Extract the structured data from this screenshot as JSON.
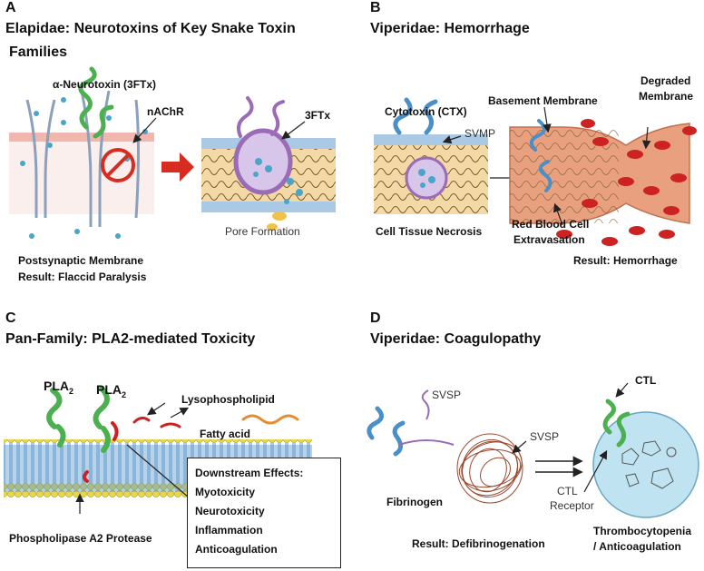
{
  "panels": {
    "a": {
      "letter": "A",
      "title_line1": "Elapidae: Neurotoxins of Key Snake Toxin",
      "title_line2": "Families",
      "label_neurotoxin": "α-Neurotoxin (3FTx)",
      "label_nachr": "nAChR",
      "label_3ftx": "3FTx",
      "label_pore": "Pore Formation",
      "label_membrane": "Postsynaptic Membrane",
      "label_result": "Result: Flaccid Paralysis"
    },
    "b": {
      "letter": "B",
      "title": "Viperidae: Hemorrhage",
      "label_ctx": "Cytotoxin (CTX)",
      "label_svmp": "SVMP",
      "label_basement": "Basement Membrane",
      "label_degraded_line1": "Degraded",
      "label_degraded_line2": "Membrane",
      "label_necrosis": "Cell Tissue Necrosis",
      "label_rbc_line1": "Red Blood Cell",
      "label_rbc_line2": "Extravasation",
      "label_result": "Result: Hemorrhage"
    },
    "c": {
      "letter": "C",
      "title": "Pan-Family: PLA2-mediated Toxicity",
      "label_pla2_a": "PLA",
      "label_pla2_b": "PLA",
      "pla2_subscript": "2",
      "label_lyso": "Lysophospholipid",
      "label_fatty": "Fatty acid",
      "label_protease": "Phospholipase A2 Protease",
      "effects_title": "Downstream Effects:",
      "effects": [
        "Myotoxicity",
        "Neurotoxicity",
        "Inflammation",
        "Anticoagulation"
      ]
    },
    "d": {
      "letter": "D",
      "title": "Viperidae: Coagulopathy",
      "label_svsp_a": "SVSP",
      "label_svsp_b": "SVSP",
      "label_fibrinogen": "Fibrinogen",
      "label_ctl": "CTL",
      "label_ctl_receptor_line1": "CTL",
      "label_ctl_receptor_line2": "Receptor",
      "label_result": "Result: Defibrinogenation",
      "label_thrombo_line1": "Thrombocytopenia",
      "label_thrombo_line2": "/ Anticoagulation"
    }
  },
  "colors": {
    "membrane_fill": "#f3d9a6",
    "membrane_edge": "#a9c9e4",
    "protein_green": "#4caf50",
    "protein_purple": "#9b6bb6",
    "protein_blue": "#4a8fc8",
    "red_arrow": "#d62d20",
    "blood_cell": "#cc2222",
    "vessel": "#e9a07f",
    "bilayer_head": "#e9d74a",
    "bilayer_body": "#5c9bd1",
    "cell_bubble": "#bfe3f0"
  }
}
